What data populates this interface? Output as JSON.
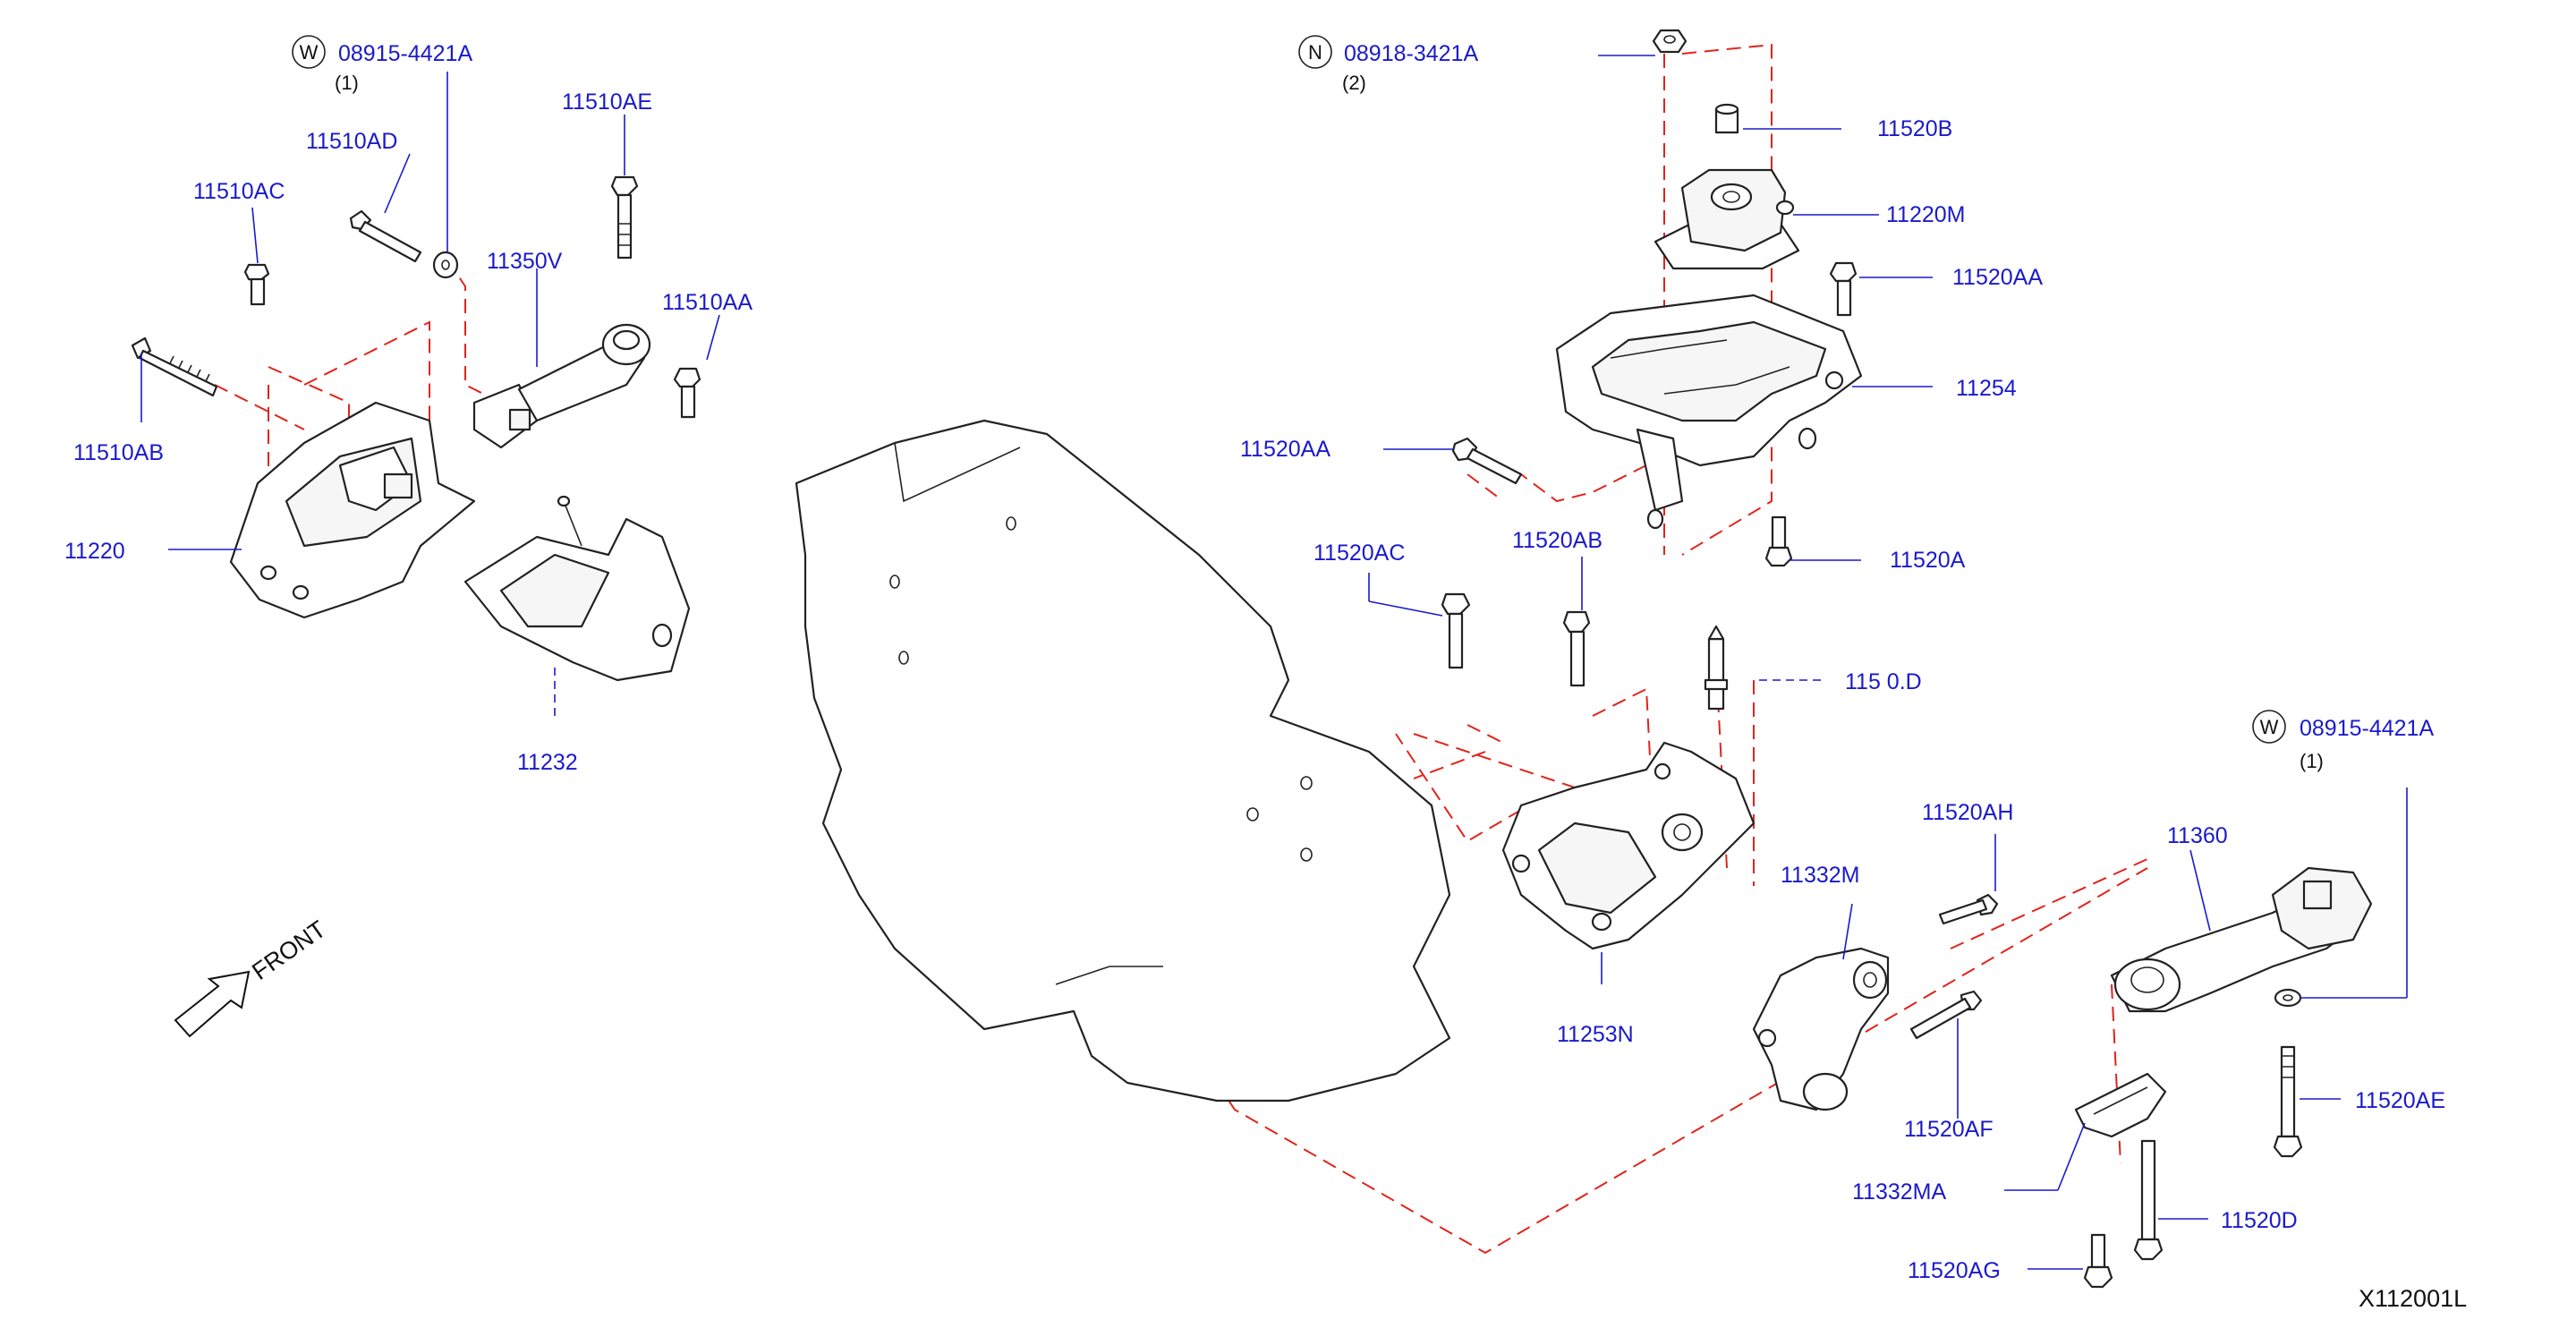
{
  "labels": {
    "w_washer_left": "08915-4421A",
    "w_washer_left_qty": "(1)",
    "n_nut": "08918-3421A",
    "n_nut_qty": "(2)",
    "p11510AD": "11510AD",
    "p11510AE": "11510AE",
    "p11510AC": "11510AC",
    "p11350V": "11350V",
    "p11510AA": "11510AA",
    "p11510AB": "11510AB",
    "p11220": "11220",
    "p11232": "11232",
    "p11520B": "11520B",
    "p11220M": "11220M",
    "p11520AA_r": "11520AA",
    "p11254": "11254",
    "p11520AA_l": "11520AA",
    "p11520AC": "11520AC",
    "p11520AB": "11520AB",
    "p11520A": "11520A",
    "p115_0D": "115 0.D",
    "w_washer_right": "08915-4421A",
    "w_washer_right_qty": "(1)",
    "p11520AH": "11520AH",
    "p11360": "11360",
    "p11332M": "11332M",
    "p11253N": "11253N",
    "p11520AF": "11520AF",
    "p11520AE": "11520AE",
    "p11332MA": "11332MA",
    "p11520D": "11520D",
    "p11520AG": "11520AG",
    "front": "FRONT",
    "diagram_code": "X112001L"
  },
  "symbols": {
    "washer": "W",
    "nut": "N"
  },
  "colors": {
    "label": "#1a1acc",
    "dashed_line": "#e0241b",
    "outline": "#222222"
  }
}
